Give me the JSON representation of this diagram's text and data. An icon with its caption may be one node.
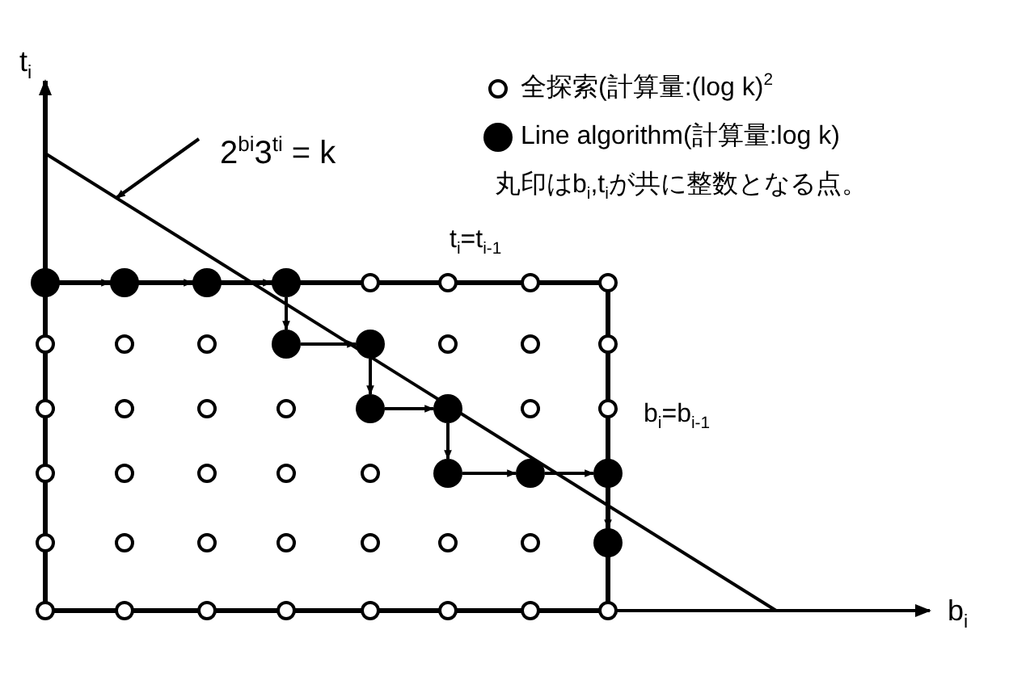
{
  "diagram": {
    "nodes": [
      {
        "text": [],
        "shape": "dot"
      },
      {
        "text": [],
        "shape": "dot"
      },
      {
        "text": [],
        "shape": "dot"
      },
      {
        "text": [],
        "shape": "dot"
      },
      {
        "text": [],
        "shape": "circle"
      },
      {
        "text": [],
        "shape": "circle"
      },
      {
        "text": [],
        "shape": "circle"
      },
      {
        "text": [],
        "shape": "circle"
      },
      {
        "text": [],
        "shape": "circle"
      },
      {
        "text": [],
        "shape": "circle"
      },
      {
        "text": [],
        "shape": "circle"
      },
      {
        "text": [],
        "shape": "dot"
      },
      {
        "text": [],
        "shape": "dot"
      },
      {
        "text": [],
        "shape": "circle"
      },
      {
        "text": [],
        "shape": "circle"
      },
      {
        "text": [],
        "shape": "circle"
      },
      {
        "text": [],
        "shape": "circle"
      },
      {
        "text": [],
        "shape": "circle"
      },
      {
        "text": [],
        "shape": "circle"
      },
      {
        "text": [],
        "shape": "circle"
      },
      {
        "text": [],
        "shape": "dot"
      },
      {
        "text": [],
        "shape": "dot"
      },
      {
        "text": [],
        "shape": "circle"
      },
      {
        "text": [],
        "shape": "circle"
      },
      {
        "text": [],
        "shape": "circle"
      },
      {
        "text": [],
        "shape": "circle"
      },
      {
        "text": [],
        "shape": "circle"
      },
      {
        "text": [],
        "shape": "circle"
      },
      {
        "text": [],
        "shape": "circle"
      },
      {
        "text": [],
        "shape": "dot"
      },
      {
        "text": [],
        "shape": "dot"
      },
      {
        "text": [],
        "shape": "dot"
      },
      {
        "text": [],
        "shape": "circle"
      },
      {
        "text": [],
        "shape": "circle"
      },
      {
        "text": [],
        "shape": "circle"
      },
      {
        "text": [],
        "shape": "circle"
      },
      {
        "text": [],
        "shape": "circle"
      },
      {
        "text": [],
        "shape": "circle"
      },
      {
        "text": [],
        "shape": "circle"
      },
      {
        "text": [],
        "shape": "dot"
      },
      {
        "text": [],
        "shape": "circle"
      },
      {
        "text": [],
        "shape": "circle"
      },
      {
        "text": [],
        "shape": "circle"
      },
      {
        "text": [],
        "shape": "circle"
      },
      {
        "text": [],
        "shape": "circle"
      },
      {
        "text": [],
        "shape": "circle"
      },
      {
        "text": [],
        "shape": "circle"
      },
      {
        "text": [],
        "shape": "circle"
      },
      {
        "text": [
          "2$^{bi}$3$^{ti}$ = k"
        ]
      }
    ],
    "edges": [
      {
        "from": 0,
        "to": 1,
        "arrow": "to"
      },
      {
        "from": 1,
        "to": 2,
        "arrow": "to"
      },
      {
        "from": 2,
        "to": 3,
        "arrow": "to"
      },
      {
        "from": 3,
        "to": 11,
        "arrow": "to"
      },
      {
        "from": 11,
        "to": 12,
        "arrow": "to"
      },
      {
        "from": 12,
        "to": 20,
        "arrow": "to"
      },
      {
        "from": 20,
        "to": 21,
        "arrow": "to"
      },
      {
        "from": 21,
        "to": 29,
        "arrow": "to"
      },
      {
        "from": 29,
        "to": 30,
        "arrow": "to"
      },
      {
        "from": 30,
        "to": 31,
        "arrow": "to"
      },
      {
        "from": 31,
        "to": 39,
        "arrow": "to"
      },
      {
        "from": 48,
        "to": null,
        "arrow": "to"
      }
    ],
    "labels": [
      "t$_{i}$",
      "丸印はb$_{i}$,t$_{i}$が共に整数となる点。",
      "t$_{i}$=t$_{i-1}$",
      "b$_{i}$=b$_{i-1}$",
      "b$_{i}$"
    ],
    "legend": [
      {
        "text": "全探索(計算量:(log k)$^{2}$"
      },
      {
        "text": "Line algorithm(計算量:log k)"
      }
    ]
  }
}
